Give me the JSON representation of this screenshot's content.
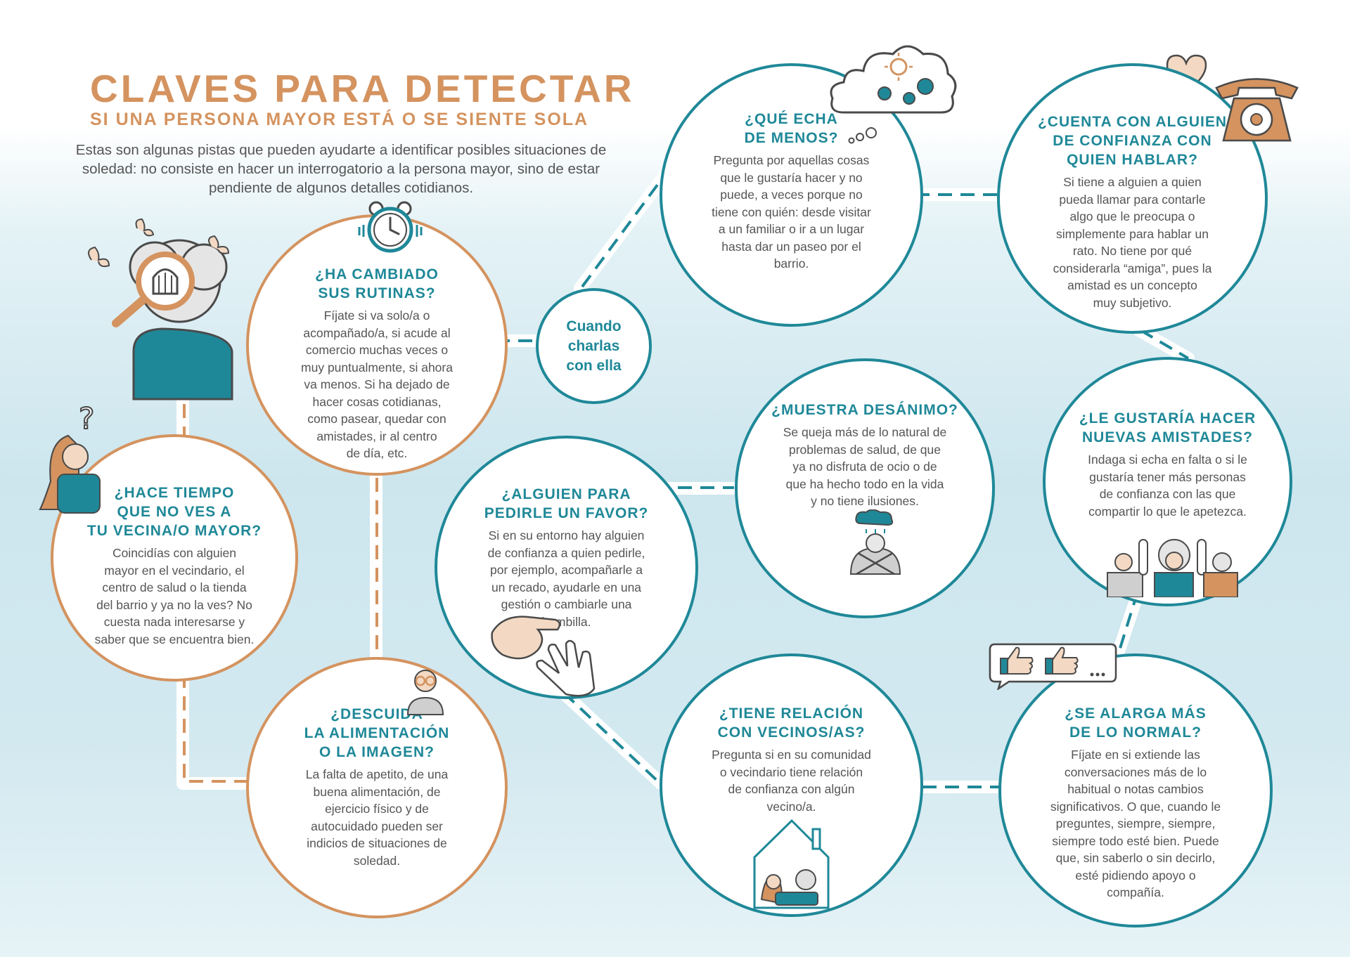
{
  "header": {
    "title": "CLAVES PARA DETECTAR",
    "subtitle": "SI UNA PERSONA MAYOR ESTÁ O SE SIENTE SOLA",
    "intro": "Estas son algunas pistas que pueden ayudarte a identificar posibles situaciones de soledad: no consiste en hacer un interrogatorio a la persona mayor, sino de estar pendiente de algunos detalles cotidianos."
  },
  "hub": {
    "label": "Cuando\ncharlas\ncon ella"
  },
  "cards": {
    "routines": {
      "heading": "¿HA CAMBIADO\nSUS RUTINAS?",
      "body": "Fíjate si va solo/a o\nacompañado/a, si acude al\ncomercio muchas veces o\nmuy puntualmente, si ahora\nva menos. Si ha dejado de\nhacer cosas cotidianas,\ncomo pasear, quedar con\namistades, ir al centro\nde día, etc."
    },
    "neighbor": {
      "heading": "¿HACE TIEMPO\nQUE NO VES A\nTU VECINA/O MAYOR?",
      "body": "Coincidías con alguien\nmayor en el vecindario, el\ncentro de salud o la tienda\ndel barrio y ya no la ves? No\ncuesta nada interesarse y\nsaber que se encuentra bien."
    },
    "neglect": {
      "heading": "¿DESCUIDA\nLA ALIMENTACIÓN\nO LA IMAGEN?",
      "body": "La falta de apetito, de una\nbuena alimentación, de\nejercicio físico y de\nautocuidado pueden ser\nindicios de situaciones de\nsoledad."
    },
    "favor": {
      "heading": "¿ALGUIEN PARA\nPEDIRLE UN FAVOR?",
      "body": "Si en su entorno hay alguien\nde confianza a quien pedirle,\npor ejemplo, acompañarle a\nun recado, ayudarle en una\ngestión o cambiarle una\nbombilla."
    },
    "misses": {
      "heading": "¿QUÉ ECHA\nDE MENOS?",
      "body": "Pregunta por aquellas cosas\nque le gustaría hacer y no\npuede, a veces porque no\ntiene con quién: desde visitar\na un familiar o ir a un lugar\nhasta dar un paseo por el\nbarrio."
    },
    "discouraged": {
      "heading": "¿MUESTRA DESÁNIMO?",
      "body": "Se queja más de lo natural de\nproblemas de salud, de que\nya no disfruta de ocio o de\nque ha hecho todo en la vida\ny no tiene ilusiones."
    },
    "neighbors_relation": {
      "heading": "¿TIENE RELACIÓN\nCON VECINOS/AS?",
      "body": "Pregunta si en su comunidad\no vecindario tiene relación\nde confianza con algún\nvecino/a."
    },
    "trust": {
      "heading": "¿CUENTA CON ALGUIEN\nDE CONFIANZA CON\nQUIEN HABLAR?",
      "body": "Si tiene a alguien a quien\npueda llamar para contarle\nalgo que le preocupa o\nsimplemente para hablar un\nrato. No tiene por qué\nconsiderarla “amiga”, pues la\namistad es un concepto\nmuy subjetivo."
    },
    "friends": {
      "heading": "¿LE GUSTARÍA HACER\nNUEVAS AMISTADES?",
      "body": "Indaga si echa en falta o si le\ngustaría tener más personas\nde confianza con las que\ncompartir lo que le apetezca."
    },
    "longer": {
      "heading": "¿SE ALARGA MÁS\nDE LO NORMAL?",
      "body": "Fíjate en si extiende las\nconversaciones más de lo\nhabitual o notas cambios\nsignificativos. O que, cuando le\npreguntes, siempre, siempre,\nsiempre todo esté bien. Puede\nque, sin saberlo o sin decirlo,\nesté pidiendo apoyo o\ncompañía."
    }
  },
  "colors": {
    "orange": "#d4935f",
    "teal": "#1f8898",
    "text": "#555555"
  }
}
